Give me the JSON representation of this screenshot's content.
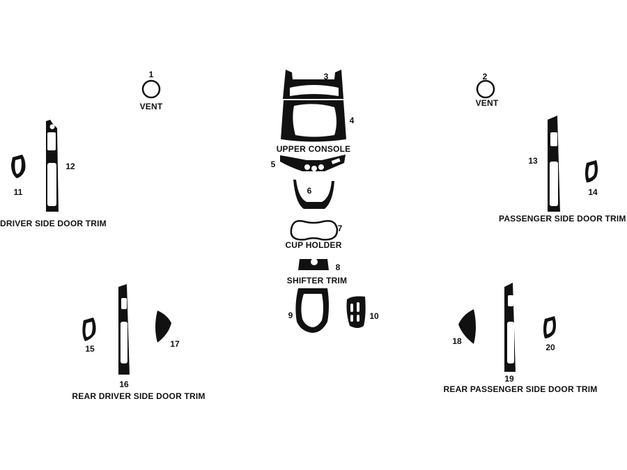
{
  "parts": [
    {
      "id": "1",
      "name": "part-1",
      "label": "1"
    },
    {
      "id": "2",
      "name": "part-2",
      "label": "2"
    },
    {
      "id": "3",
      "name": "part-3",
      "label": "3"
    },
    {
      "id": "4",
      "name": "part-4",
      "label": "4"
    },
    {
      "id": "5",
      "name": "part-5",
      "label": "5"
    },
    {
      "id": "6",
      "name": "part-6",
      "label": "6"
    },
    {
      "id": "7",
      "name": "part-7",
      "label": "7"
    },
    {
      "id": "8",
      "name": "part-8",
      "label": "8"
    },
    {
      "id": "9",
      "name": "part-9",
      "label": "9"
    },
    {
      "id": "10",
      "name": "part-10",
      "label": "10"
    },
    {
      "id": "11",
      "name": "part-11",
      "label": "11"
    },
    {
      "id": "12",
      "name": "part-12",
      "label": "12"
    },
    {
      "id": "13",
      "name": "part-13",
      "label": "13"
    },
    {
      "id": "14",
      "name": "part-14",
      "label": "14"
    },
    {
      "id": "15",
      "name": "part-15",
      "label": "15"
    },
    {
      "id": "16",
      "name": "part-16",
      "label": "16"
    },
    {
      "id": "17",
      "name": "part-17",
      "label": "17"
    },
    {
      "id": "18",
      "name": "part-18",
      "label": "18"
    },
    {
      "id": "19",
      "name": "part-19",
      "label": "19"
    },
    {
      "id": "20",
      "name": "part-20",
      "label": "20"
    }
  ],
  "groups": {
    "vent_left": "VENT",
    "vent_right": "VENT",
    "upper_console": "UPPER CONSOLE",
    "cup_holder": "CUP HOLDER",
    "shifter_trim": "SHIFTER TRIM",
    "driver_door": "DRIVER SIDE DOOR TRIM",
    "passenger_door": "PASSENGER SIDE DOOR TRIM",
    "rear_driver_door": "REAR DRIVER SIDE DOOR TRIM",
    "rear_passenger_door": "REAR PASSENGER SIDE DOOR TRIM"
  }
}
